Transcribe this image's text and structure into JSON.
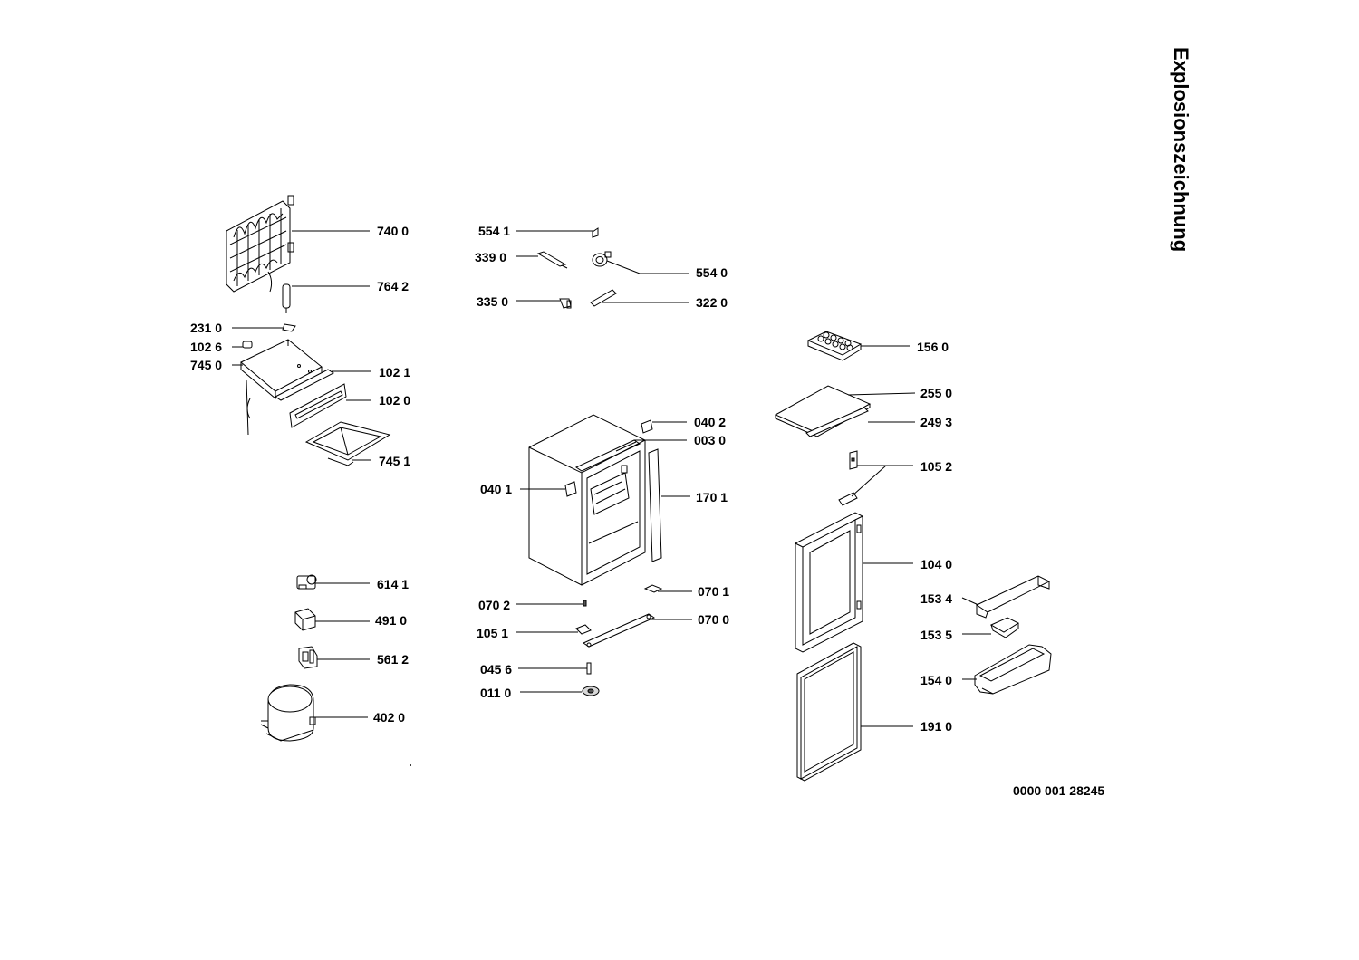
{
  "title": "Explosionszeichnung",
  "document_number": "0000 001 28245",
  "callouts": [
    {
      "id": "c-7400",
      "label": "740 0"
    },
    {
      "id": "c-7642",
      "label": "764 2"
    },
    {
      "id": "c-2310",
      "label": "231 0"
    },
    {
      "id": "c-1026",
      "label": "102 6"
    },
    {
      "id": "c-7450",
      "label": "745 0"
    },
    {
      "id": "c-1021",
      "label": "102 1"
    },
    {
      "id": "c-1020",
      "label": "102 0"
    },
    {
      "id": "c-7451",
      "label": "745 1"
    },
    {
      "id": "c-6141",
      "label": "614 1"
    },
    {
      "id": "c-4910",
      "label": "491 0"
    },
    {
      "id": "c-5612",
      "label": "561 2"
    },
    {
      "id": "c-4020",
      "label": "402 0"
    },
    {
      "id": "c-5541",
      "label": "554 1"
    },
    {
      "id": "c-3390",
      "label": "339 0"
    },
    {
      "id": "c-5540",
      "label": "554 0"
    },
    {
      "id": "c-3350",
      "label": "335 0"
    },
    {
      "id": "c-3220",
      "label": "322 0"
    },
    {
      "id": "c-0402",
      "label": "040 2"
    },
    {
      "id": "c-0030",
      "label": "003 0"
    },
    {
      "id": "c-0401",
      "label": "040 1"
    },
    {
      "id": "c-1701",
      "label": "170 1"
    },
    {
      "id": "c-0702",
      "label": "070 2"
    },
    {
      "id": "c-0701",
      "label": "070 1"
    },
    {
      "id": "c-1051",
      "label": "105 1"
    },
    {
      "id": "c-0700",
      "label": "070 0"
    },
    {
      "id": "c-0456",
      "label": "045 6"
    },
    {
      "id": "c-0110",
      "label": "011 0"
    },
    {
      "id": "c-1560",
      "label": "156 0"
    },
    {
      "id": "c-2550",
      "label": "255 0"
    },
    {
      "id": "c-2493",
      "label": "249 3"
    },
    {
      "id": "c-1052",
      "label": "105 2"
    },
    {
      "id": "c-1040",
      "label": "104 0"
    },
    {
      "id": "c-1534",
      "label": "153 4"
    },
    {
      "id": "c-1535",
      "label": "153 5"
    },
    {
      "id": "c-1540",
      "label": "154 0"
    },
    {
      "id": "c-1910",
      "label": "191 0"
    }
  ]
}
